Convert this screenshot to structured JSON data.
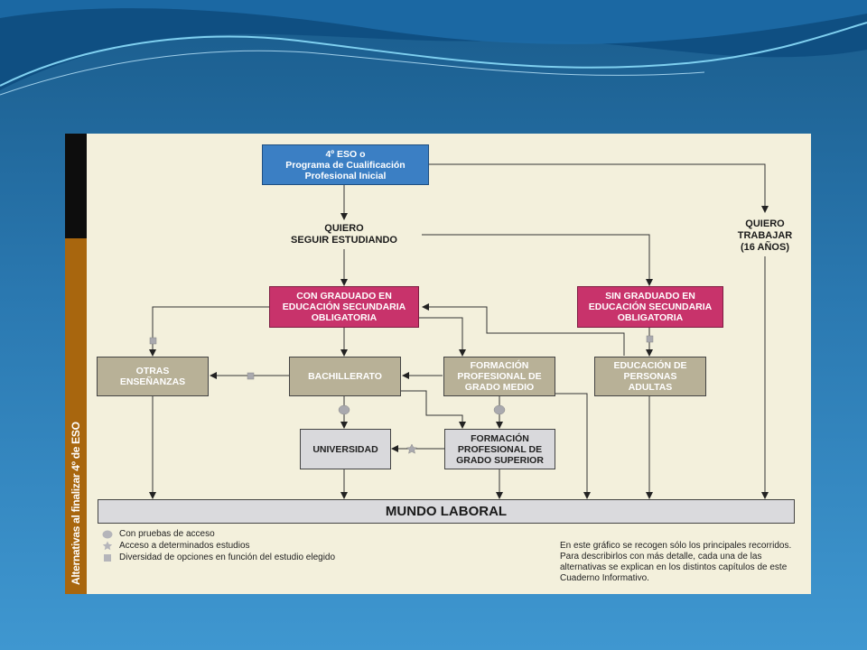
{
  "sidebar": {
    "label": "Alternativas al finalizar 4º de ESO"
  },
  "boxes": {
    "eso": "4º ESO o\nPrograma de Cualificación\nProfesional Inicial",
    "con_graduado": "CON GRADUADO EN\nEDUCACIÓN SECUNDARIA\nOBLIGATORIA",
    "sin_graduado": "SIN GRADUADO EN\nEDUCACIÓN SECUNDARIA\nOBLIGATORIA",
    "otras": "OTRAS\nENSEÑANZAS",
    "bachillerato": "BACHILLERATO",
    "fp_medio": "FORMACIÓN\nPROFESIONAL DE\nGRADO MEDIO",
    "adultos": "EDUCACIÓN DE\nPERSONAS\nADULTAS",
    "universidad": "UNIVERSIDAD",
    "fp_superior": "FORMACIÓN\nPROFESIONAL DE\nGRADO SUPERIOR",
    "mundo_laboral": "MUNDO LABORAL"
  },
  "labels": {
    "seguir": "QUIERO\nSEGUIR ESTUDIANDO",
    "trabajar": "QUIERO\nTRABAJAR\n(16 AÑOS)"
  },
  "legend": [
    {
      "icon": "circle-icon",
      "text": "Con pruebas de acceso"
    },
    {
      "icon": "star-icon",
      "text": "Acceso a determinados estudios"
    },
    {
      "icon": "square-icon",
      "text": "Diversidad de opciones en función del estudio elegido"
    }
  ],
  "note": "En este gráfico se recogen sólo los principales recorridos. Para describirlos con más detalle, cada una de las alternativas se explican en los distintos capítulos de este Cuaderno Informativo.",
  "colors": {
    "blue_box": "#3b7fc4",
    "pink_box": "#c8336b",
    "tan_box": "#b8b197",
    "grey_box": "#d9d9dc",
    "sidebar_orange": "#a8660e"
  }
}
